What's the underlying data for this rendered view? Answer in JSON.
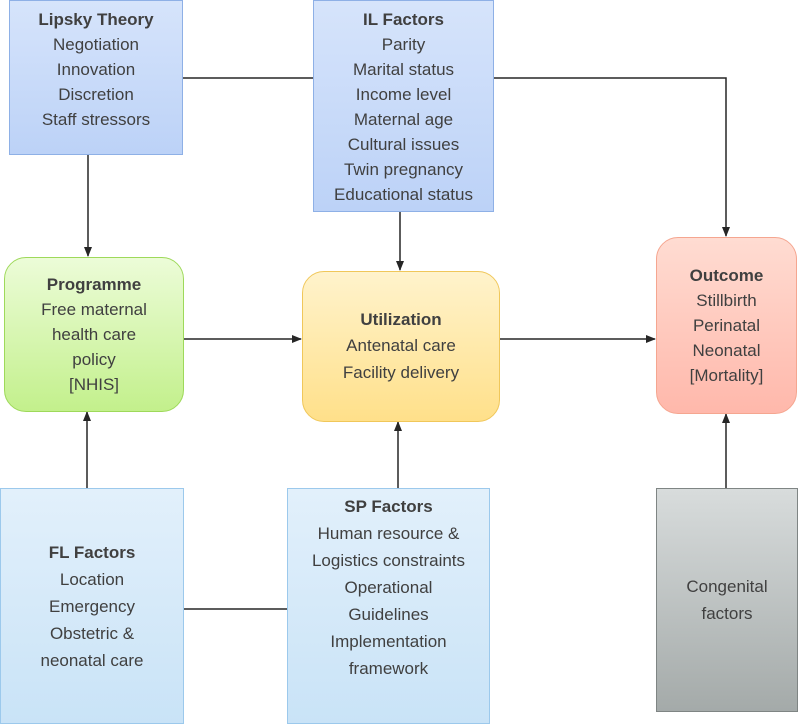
{
  "boxes": {
    "lipsky": {
      "title": "Lipsky Theory",
      "lines": [
        "Negotiation",
        "Innovation",
        "Discretion",
        "Staff stressors"
      ]
    },
    "il": {
      "title": "IL Factors",
      "lines": [
        "Parity",
        "Marital status",
        "Income level",
        "Maternal age",
        "Cultural issues",
        "Twin pregnancy",
        "Educational status"
      ]
    },
    "programme": {
      "title": "Programme",
      "lines": [
        "Free maternal",
        "health care",
        "policy",
        "[NHIS]"
      ]
    },
    "utilization": {
      "title": "Utilization",
      "lines": [
        "Antenatal care",
        "Facility delivery"
      ]
    },
    "outcome": {
      "title": "Outcome",
      "lines": [
        "Stillbirth",
        "Perinatal",
        "Neonatal",
        "[Mortality]"
      ]
    },
    "fl": {
      "title": "FL Factors",
      "lines": [
        "Location",
        "Emergency",
        "Obstetric &",
        "neonatal care"
      ]
    },
    "sp": {
      "title": "SP Factors",
      "lines": [
        "Human resource &",
        "Logistics constraints",
        "Operational",
        "Guidelines",
        "Implementation",
        "framework"
      ]
    },
    "congenital": {
      "title": "",
      "lines": [
        "Congenital",
        "factors"
      ]
    }
  },
  "colors": {
    "connector": "#262626",
    "text": "#404040"
  }
}
